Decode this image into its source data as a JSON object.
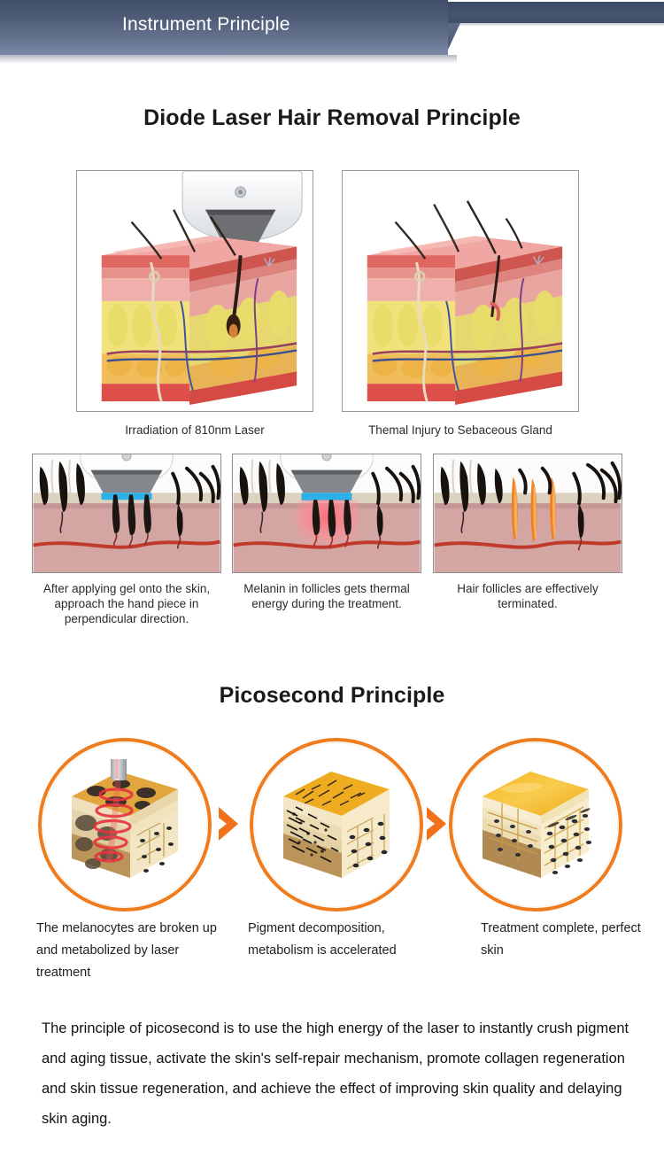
{
  "header": {
    "title": "Instrument Principle",
    "ribbon_color": "#4c5a76",
    "ribbon_tail_color": "#44536d"
  },
  "sections": {
    "diode": {
      "heading": "Diode Laser Hair Removal Principle",
      "big_panels": [
        {
          "caption": "Irradiation of 810nm Laser",
          "illustration": "skin-block-with-handpiece-icon"
        },
        {
          "caption": "Themal Injury to Sebaceous Gland",
          "illustration": "skin-block-icon"
        }
      ],
      "small_panels": [
        {
          "caption": "After applying gel onto the skin, approach the hand piece in perpendicular direction.",
          "illustration": "skin-cross-section-gel-icon"
        },
        {
          "caption": "Melanin in follicles gets thermal energy during the treatment.",
          "illustration": "skin-cross-section-thermal-icon"
        },
        {
          "caption": "Hair follicles are effectively terminated.",
          "illustration": "skin-cross-section-terminated-icon"
        }
      ]
    },
    "picosecond": {
      "heading": "Picosecond Principle",
      "accent_color": "#ef7d1f",
      "steps": [
        {
          "caption": "The melanocytes are broken up and metabolized by laser treatment",
          "illustration": "pigment-cube-laser-icon"
        },
        {
          "caption": "Pigment decomposition, metabolism is accelerated",
          "illustration": "pigment-cube-fragmented-icon"
        },
        {
          "caption": "Treatment complete, perfect skin",
          "illustration": "clean-skin-cube-icon"
        }
      ],
      "arrows": [
        {
          "name": "chevron-right-arrow-1"
        },
        {
          "name": "chevron-right-arrow-2"
        }
      ],
      "paragraph": "The principle of picosecond is to use the high energy of the laser to instantly crush pigment and aging tissue, activate the skin's self-repair mechanism, promote collagen regeneration and skin tissue regeneration, and achieve the effect of improving skin quality and delaying skin aging."
    }
  }
}
